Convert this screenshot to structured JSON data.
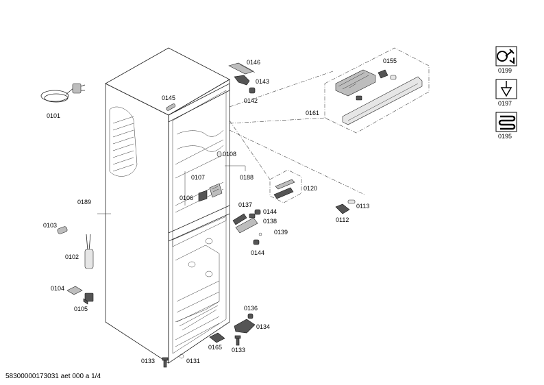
{
  "footer": "58300000173031 aet 000 a 1/4",
  "labels": {
    "p0101": "0101",
    "p0102": "0102",
    "p0103": "0103",
    "p0104": "0104",
    "p0105": "0105",
    "p0106": "0106",
    "p0107": "0107",
    "p0108": "0108",
    "p0112": "0112",
    "p0113": "0113",
    "p0120": "0120",
    "p0131": "0131",
    "p0133a": "0133",
    "p0133b": "0133",
    "p0134": "0134",
    "p0136": "0136",
    "p0137": "0137",
    "p0138": "0138",
    "p0139": "0139",
    "p0142": "0142",
    "p0143": "0143",
    "p0144a": "0144",
    "p0144b": "0144",
    "p0145": "0145",
    "p0146": "0146",
    "p0155": "0155",
    "p0161": "0161",
    "p0165": "0165",
    "p0188": "0188",
    "p0189": "0189",
    "p0195": "0195",
    "p0197": "0197",
    "p0199": "0199"
  },
  "icons": {
    "service_wrench": "wrench-icon",
    "probe": "probe-icon",
    "heater_coil": "heater-coil-icon"
  }
}
